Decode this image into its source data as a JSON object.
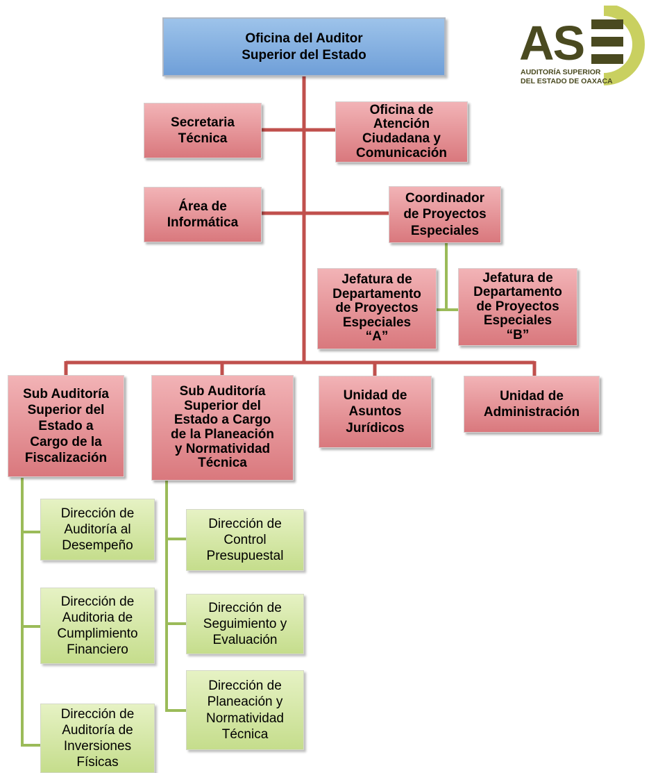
{
  "logo": {
    "mark": "ASE",
    "line1": "AUDITORÍA SUPERIOR",
    "line2": "DEL ESTADO DE OAXACA",
    "color_dark": "#4a4a20",
    "color_accent": "#c9d060"
  },
  "colors": {
    "top_box": "#7aa9dd",
    "unit_box": "#df8a8e",
    "direction_box": "#d4e7a6",
    "red_line": "#c0504d",
    "green_line": "#9bbb59"
  },
  "nodes": {
    "auditor": "Oficina del Auditor\nSuperior del Estado",
    "secretaria": "Secretaria\nTécnica",
    "atencion": "Oficina de\nAtención\nCiudadana y\nComunicación",
    "informatica": "Área de\nInformática",
    "coordinador": "Coordinador\nde Proyectos\nEspeciales",
    "jefatura_a": "Jefatura de\nDepartamento\nde Proyectos\nEspeciales\n“A”",
    "jefatura_b": "Jefatura de\nDepartamento\nde Proyectos\nEspeciales\n“B”",
    "sub_fiscalizacion": "Sub Auditoría\nSuperior del\nEstado a\nCargo de la\nFiscalización",
    "sub_planeacion": "Sub Auditoría\nSuperior del\nEstado  a Cargo\nde la Planeación\ny Normatividad\nTécnica",
    "juridicos": "Unidad de\nAsuntos\nJurídicos",
    "administracion": "Unidad de\nAdministración",
    "dir_desempeno": "Dirección de\nAuditoría al\nDesempeño",
    "dir_cumplimiento": "Dirección de\nAuditoria de\nCumplimiento\nFinanciero",
    "dir_inversiones": "Dirección de\nAuditoría de\nInversiones\nFísicas",
    "dir_control": "Dirección de\nControl\nPresupuestal",
    "dir_seguimiento": "Dirección de\nSeguimiento y\nEvaluación",
    "dir_planeacion": "Dirección de\nPlaneación y\nNormatividad\nTécnica"
  }
}
